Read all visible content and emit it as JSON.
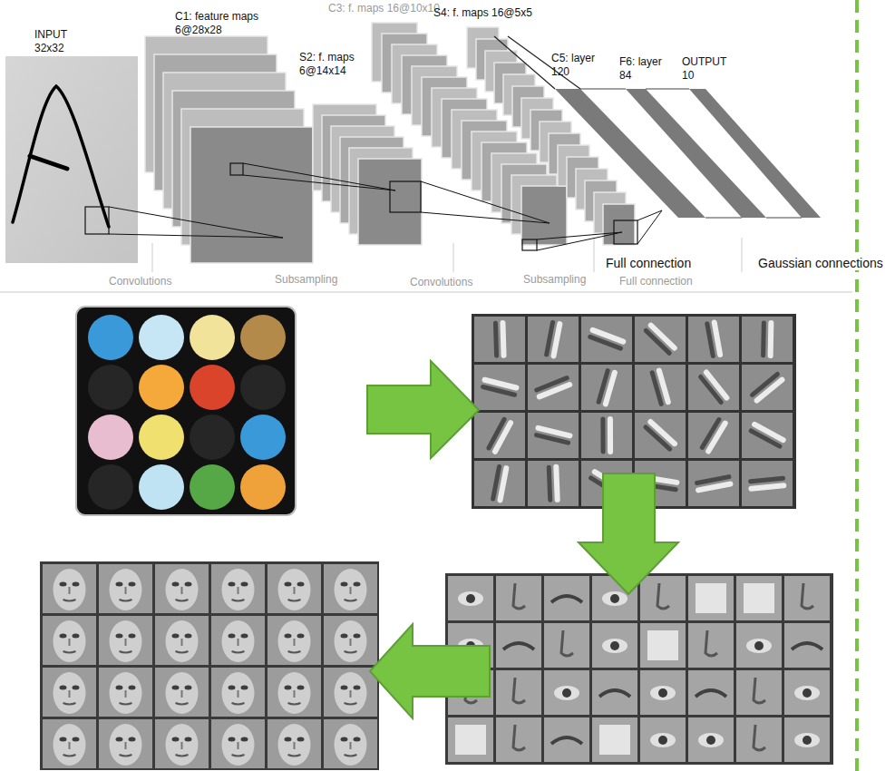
{
  "diagram": {
    "labels": [
      "INPUT",
      "32x32",
      "C1: feature maps",
      "6@28x28",
      "C3: f. maps 16@10x10",
      "S2: f. maps",
      "6@14x14",
      "S4: f. maps 16@5x5",
      "C5: layer",
      "120",
      "F6: layer",
      "84",
      "OUTPUT",
      "10",
      "Convolutions",
      "Subsampling",
      "Convolutions",
      "Subsampling",
      "Full connection",
      "Gaussian connections",
      "Full connection"
    ]
  }
}
